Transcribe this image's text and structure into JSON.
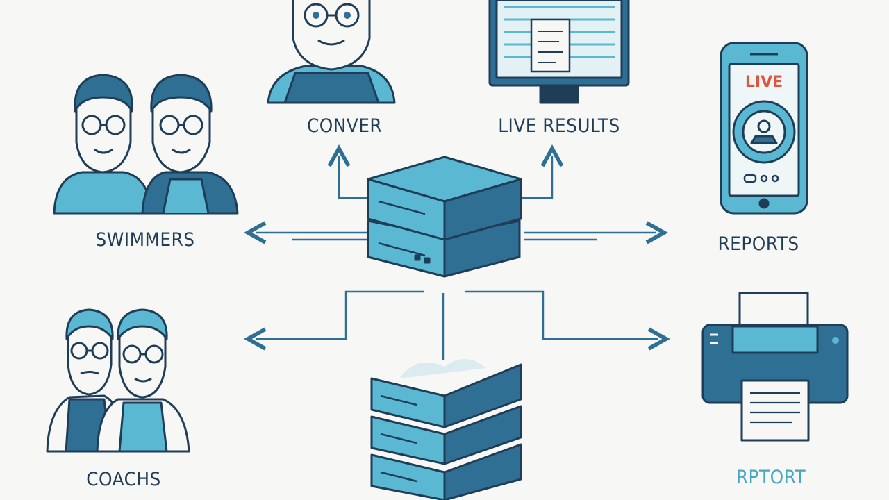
{
  "nodes": {
    "conver": {
      "label": "CONVER"
    },
    "live_results": {
      "label": "LIVE RESULTS"
    },
    "swimmers": {
      "label": "SWIMMERS"
    },
    "reports": {
      "label": "REPORTS"
    },
    "coachs": {
      "label": "COACHS"
    },
    "rptort": {
      "label": "RPTORT"
    }
  },
  "phone": {
    "screen_text": "LIVE"
  },
  "colors": {
    "outline": "#1f3d57",
    "fill_light": "#5bb8d2",
    "fill_dark": "#2e6f93",
    "accent_teal": "#4aa6c0",
    "live_red": "#e0533d",
    "background": "#f7f7f5"
  }
}
